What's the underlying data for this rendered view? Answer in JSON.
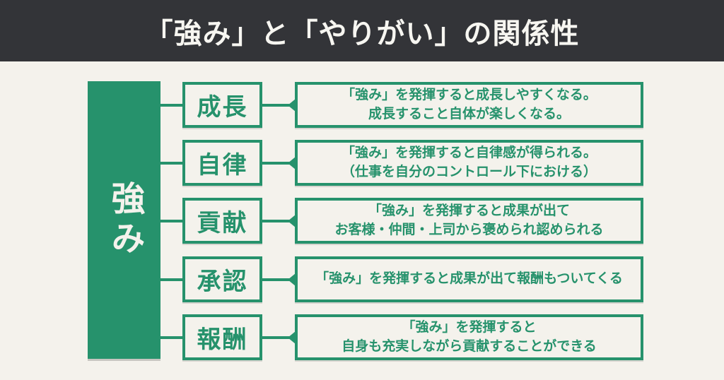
{
  "header": {
    "title": "「強み」と「やりがい」の関係性"
  },
  "source": {
    "label": "強み"
  },
  "rows": [
    {
      "label": "成長",
      "description": "「強み」を発揮すると成長しやすくなる。\n成長すること自体が楽しくなる。"
    },
    {
      "label": "自律",
      "description": "「強み」を発揮すると自律感が得られる。\n（仕事を自分のコントロール下における）"
    },
    {
      "label": "貢献",
      "description": "「強み」を発揮すると成果が出て\nお客様・仲間・上司から褒められ認められる"
    },
    {
      "label": "承認",
      "description": "「強み」を発揮すると成果が出て報酬もついてくる"
    },
    {
      "label": "報酬",
      "description": "「強み」を発揮すると\n自身も充実しながら貢献することができる"
    }
  ],
  "colors": {
    "accent_green": "#26926c",
    "header_bg": "#333438",
    "background": "#f4f2ec",
    "text_light": "#f7f6f1"
  }
}
